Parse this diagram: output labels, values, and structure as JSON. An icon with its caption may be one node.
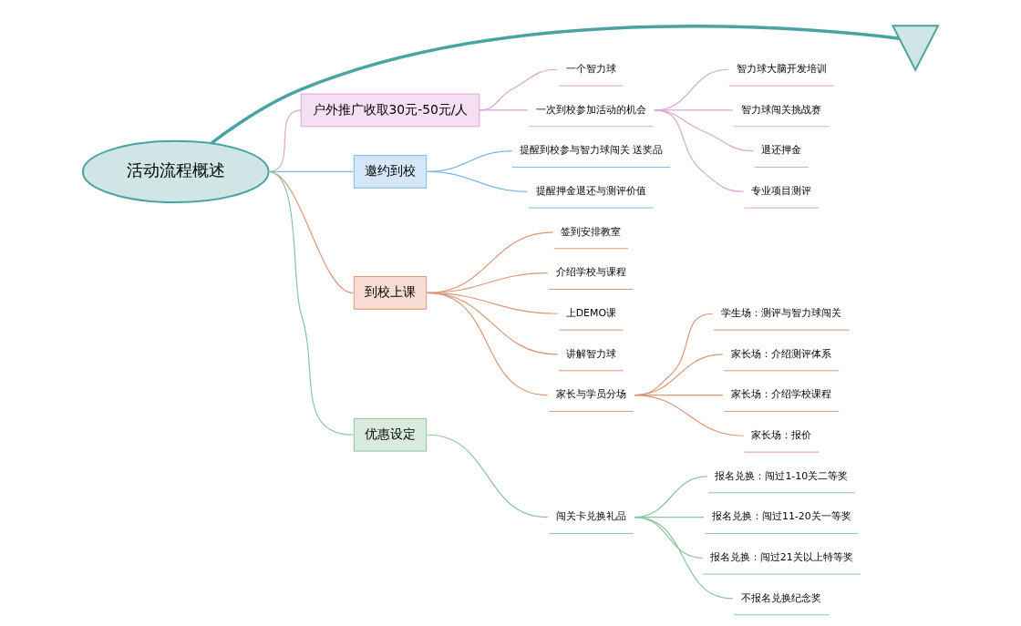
{
  "diagram": {
    "nodes": [
      {
        "text": [
          "活动流程概述"
        ]
      },
      {
        "text": [],
        "shape": "picture"
      },
      {
        "text": [
          "户外推广收取30元-50元/人"
        ]
      },
      {
        "text": [
          "一个智力球"
        ]
      },
      {
        "text": [
          "一次到校参加活动的机会"
        ]
      },
      {
        "text": [
          "智力球大脑开发培训"
        ]
      },
      {
        "text": [
          "智力球闯关挑战赛"
        ]
      },
      {
        "text": [
          "退还押金"
        ]
      },
      {
        "text": [
          "专业项目测评"
        ]
      },
      {
        "text": [
          "邀约到校"
        ]
      },
      {
        "text": [
          "提醒到校参与智力球闯关 送奖品"
        ]
      },
      {
        "text": [
          "提醒押金退还与测评价值"
        ]
      },
      {
        "text": [
          "到校上课"
        ]
      },
      {
        "text": [
          "签到安排教室"
        ]
      },
      {
        "text": [
          "介绍学校与课程"
        ]
      },
      {
        "text": [
          "上DEMO课"
        ]
      },
      {
        "text": [
          "讲解智力球"
        ]
      },
      {
        "text": [
          "家长与学员分场"
        ]
      },
      {
        "text": [
          "学生场：测评与智力球闯关"
        ]
      },
      {
        "text": [
          "家长场：介绍测评体系"
        ]
      },
      {
        "text": [
          "家长场：介绍学校课程"
        ]
      },
      {
        "text": [
          "家长场：报价"
        ]
      },
      {
        "text": [
          "优惠设定"
        ]
      },
      {
        "text": [
          "闯关卡兑换礼品"
        ]
      },
      {
        "text": [
          "报名兑换：闯过1-10关二等奖"
        ]
      },
      {
        "text": [
          "报名兑换：闯过11-20关一等奖"
        ]
      },
      {
        "text": [
          "报名兑换：闯过21关以上特等奖"
        ]
      },
      {
        "text": [
          "不报名兑换纪念奖"
        ]
      }
    ],
    "edges": [
      {
        "from": 0,
        "to": 1,
        "arrow": "none",
        "style": "thick",
        "color": "#4aa3a3"
      },
      {
        "from": 0,
        "to": 2,
        "arrow": "none",
        "color": "#d6a6d6"
      },
      {
        "from": 2,
        "to": 3,
        "arrow": "none",
        "color": "#d6a6d6"
      },
      {
        "from": 2,
        "to": 4,
        "arrow": "none",
        "color": "#d6a6d6"
      },
      {
        "from": 4,
        "to": 5,
        "arrow": "none",
        "color": "#d6a6d6"
      },
      {
        "from": 4,
        "to": 6,
        "arrow": "none",
        "color": "#d6a6d6"
      },
      {
        "from": 4,
        "to": 7,
        "arrow": "none",
        "color": "#d6a6d6"
      },
      {
        "from": 4,
        "to": 8,
        "arrow": "none",
        "color": "#d6a6d6"
      },
      {
        "from": 0,
        "to": 9,
        "arrow": "none",
        "color": "#7ab8e0"
      },
      {
        "from": 9,
        "to": 10,
        "arrow": "none",
        "color": "#7ab8e0"
      },
      {
        "from": 9,
        "to": 11,
        "arrow": "none",
        "color": "#7ab8e0"
      },
      {
        "from": 0,
        "to": 12,
        "arrow": "none",
        "color": "#d9967a"
      },
      {
        "from": 12,
        "to": 13,
        "arrow": "none",
        "color": "#d9967a"
      },
      {
        "from": 12,
        "to": 14,
        "arrow": "none",
        "color": "#d9967a"
      },
      {
        "from": 12,
        "to": 15,
        "arrow": "none",
        "color": "#d9967a"
      },
      {
        "from": 12,
        "to": 16,
        "arrow": "none",
        "color": "#d9967a"
      },
      {
        "from": 12,
        "to": 17,
        "arrow": "none",
        "color": "#d9967a"
      },
      {
        "from": 17,
        "to": 18,
        "arrow": "none",
        "color": "#d9967a"
      },
      {
        "from": 17,
        "to": 19,
        "arrow": "none",
        "color": "#d9967a"
      },
      {
        "from": 17,
        "to": 20,
        "arrow": "none",
        "color": "#d9967a"
      },
      {
        "from": 17,
        "to": 21,
        "arrow": "none",
        "color": "#d9967a"
      },
      {
        "from": 0,
        "to": 22,
        "arrow": "none",
        "color": "#8cc4a0"
      },
      {
        "from": 22,
        "to": 23,
        "arrow": "none",
        "color": "#8cc4a0"
      },
      {
        "from": 23,
        "to": 24,
        "arrow": "none",
        "color": "#8cc4a0"
      },
      {
        "from": 23,
        "to": 25,
        "arrow": "none",
        "color": "#8cc4a0"
      },
      {
        "from": 23,
        "to": 26,
        "arrow": "none",
        "color": "#8cc4a0"
      },
      {
        "from": 23,
        "to": 27,
        "arrow": "none",
        "color": "#8cc4a0"
      }
    ]
  }
}
